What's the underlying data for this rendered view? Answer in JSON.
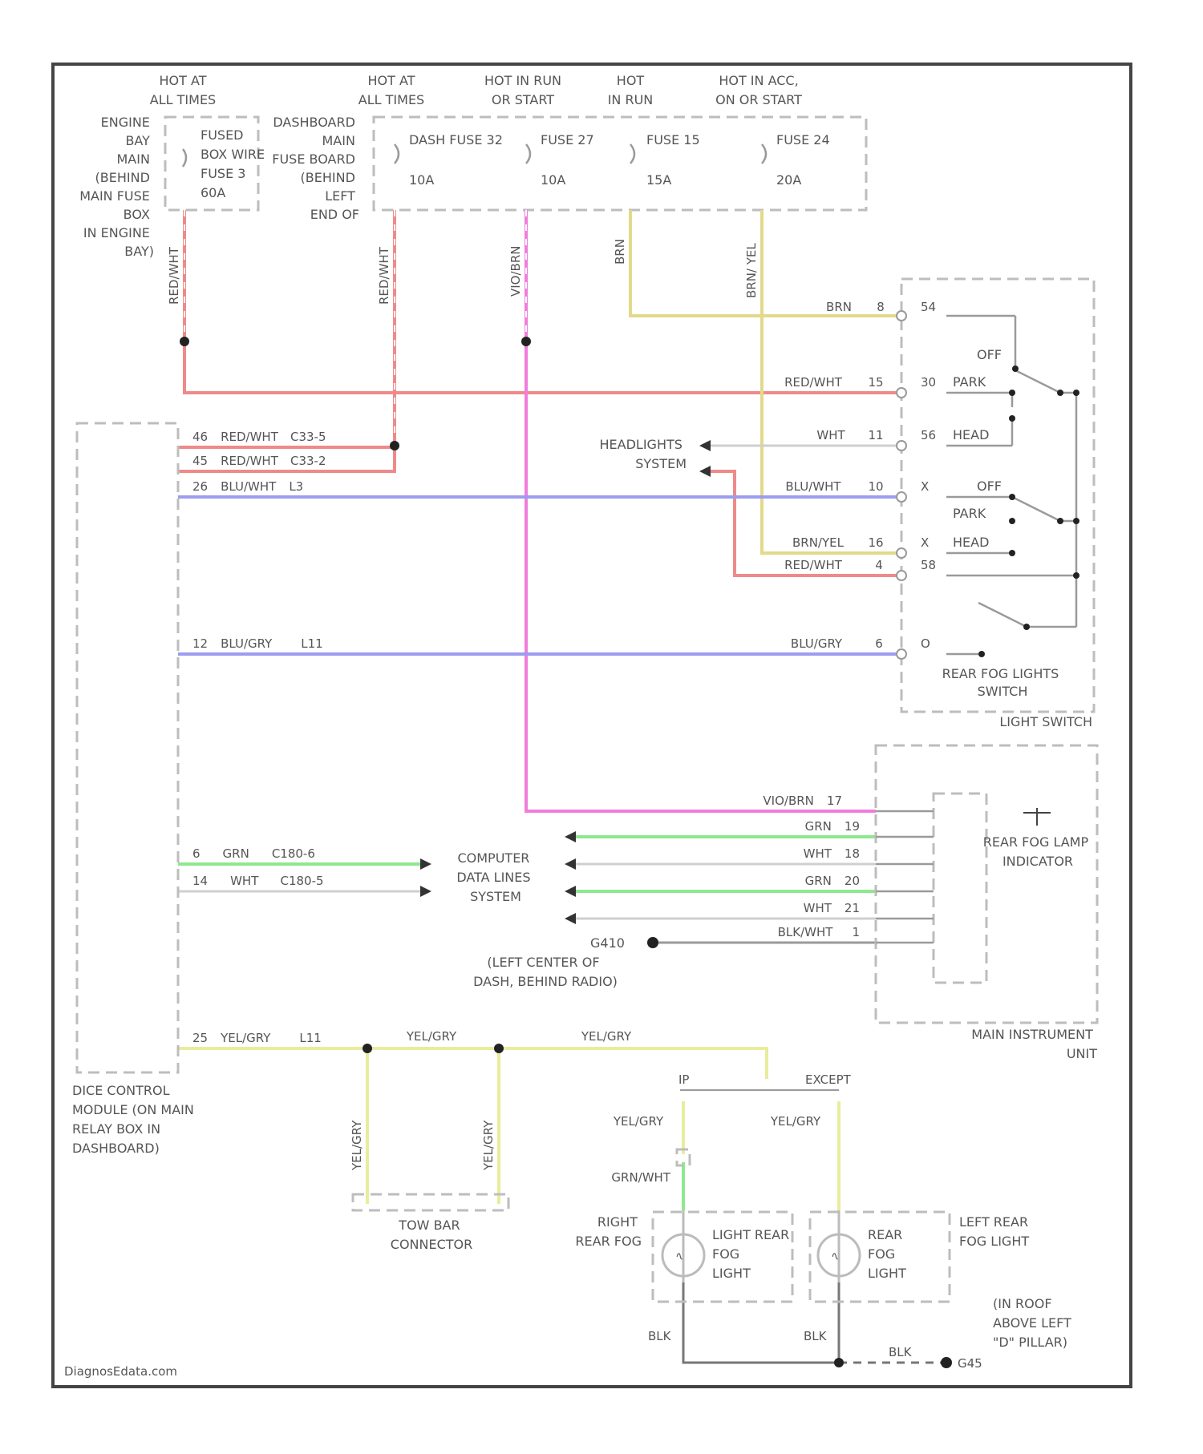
{
  "power": {
    "hot1": [
      "HOT AT",
      "ALL TIMES"
    ],
    "hot2": [
      "HOT AT",
      "ALL TIMES"
    ],
    "hot3": [
      "HOT IN RUN",
      "OR START"
    ],
    "hot4": [
      "HOT",
      "IN RUN"
    ],
    "hot5": [
      "HOT IN ACC,",
      "ON OR START"
    ]
  },
  "engine_box_label": [
    "ENGINE",
    "BAY",
    "MAIN",
    "(BEHIND",
    "MAIN FUSE",
    "BOX",
    "IN ENGINE",
    "BAY)"
  ],
  "fusebox1": [
    "FUSED",
    "BOX WIRE",
    "FUSE 3",
    "60A"
  ],
  "dash_box_label": [
    "DASHBOARD",
    "MAIN",
    "FUSE BOARD",
    "(BEHIND",
    "LEFT",
    "END OF"
  ],
  "fuses": [
    {
      "name": "DASH FUSE 32",
      "amp": "10A"
    },
    {
      "name": "FUSE 27",
      "amp": "10A"
    },
    {
      "name": "FUSE 15",
      "amp": "15A"
    },
    {
      "name": "FUSE 24",
      "amp": "20A"
    }
  ],
  "vertical_wires": {
    "red_white_1": "RED/WHT",
    "red_white_2": "RED/WHT",
    "violet_brn": "VIO/BRN",
    "brn": "BRN",
    "brn_yel": "BRN/ YEL"
  },
  "light_switch": {
    "name": "LIGHT SWITCH",
    "rear_fog_switch": [
      "REAR FOG LIGHTS",
      "SWITCH"
    ],
    "positions_top": [
      "OFF",
      "PARK",
      "HEAD"
    ],
    "positions_mid": [
      "OFF",
      "PARK",
      "HEAD"
    ],
    "pins": [
      {
        "wire": "BRN",
        "num": "8",
        "term": "54"
      },
      {
        "wire": "RED/WHT",
        "num": "15",
        "term": "30",
        "pos": "PARK"
      },
      {
        "wire": "WHT",
        "num": "11",
        "term": "56",
        "pos": "HEAD"
      },
      {
        "wire": "BLU/WHT",
        "num": "10",
        "term": "X"
      },
      {
        "wire": "BRN/YEL",
        "num": "16",
        "term": "X"
      },
      {
        "wire": "RED/WHT",
        "num": "4",
        "term": "58"
      },
      {
        "wire": "BLU/GRY",
        "num": "6",
        "term": "O"
      }
    ]
  },
  "headlights": [
    "HEADLIGHTS",
    "SYSTEM"
  ],
  "dice_pins": [
    {
      "num": "46",
      "wire": "RED/WHT",
      "conn": "C33-5"
    },
    {
      "num": "45",
      "wire": "RED/WHT",
      "conn": "C33-2"
    },
    {
      "num": "26",
      "wire": "BLU/WHT",
      "conn": "L3"
    },
    {
      "num": "12",
      "wire": "BLU/GRY",
      "conn": "L11"
    },
    {
      "num": "6",
      "wire": "GRN",
      "conn": "C180-6"
    },
    {
      "num": "14",
      "wire": "WHT",
      "conn": "C180-5"
    },
    {
      "num": "25",
      "wire": "YEL/GRY",
      "conn": "L11"
    }
  ],
  "dice_label": [
    "DICE CONTROL",
    "MODULE (ON MAIN",
    "RELAY BOX IN",
    "DASHBOARD)"
  ],
  "computer_data": [
    "COMPUTER",
    "DATA LINES",
    "SYSTEM"
  ],
  "instrument": {
    "name": [
      "MAIN INSTRUMENT",
      "UNIT"
    ],
    "indicator": [
      "REAR FOG LAMP",
      "INDICATOR"
    ],
    "pins": [
      {
        "wire": "VIO/BRN",
        "num": "17"
      },
      {
        "wire": "GRN",
        "num": "19"
      },
      {
        "wire": "WHT",
        "num": "18"
      },
      {
        "wire": "GRN",
        "num": "20"
      },
      {
        "wire": "WHT",
        "num": "21"
      },
      {
        "wire": "BLK/WHT",
        "num": "1"
      }
    ]
  },
  "ground1": [
    "G410",
    "(LEFT CENTER OF",
    "DASH, BEHIND RADIO)"
  ],
  "yellow_run": {
    "wire1": "YEL/GRY",
    "wire2": "YEL/GRY"
  },
  "tow_bar": {
    "name": [
      "TOW BAR",
      "CONNECTOR"
    ],
    "wire_a": "YEL/GRY",
    "wire_b": "YEL/GRY"
  },
  "fog": {
    "branch_left": "IP",
    "branch_right": "EXCEPT",
    "wire_left": "YEL/GRY",
    "wire_right": "YEL/GRY",
    "wire_left_lower": "GRN/WHT",
    "right_lamp_label": [
      "RIGHT",
      "REAR FOG"
    ],
    "right_lamp_inner": [
      "LIGHT REAR",
      "FOG",
      "LIGHT"
    ],
    "left_lamp_inner": [
      "REAR",
      "FOG",
      "LIGHT"
    ],
    "left_lamp_label": [
      "LEFT REAR",
      "FOG LIGHT"
    ],
    "blk_left": "BLK",
    "blk_right": "BLK",
    "blk_ground": "BLK",
    "ground_name": "G45",
    "ground_loc": [
      "(IN ROOF",
      "ABOVE LEFT",
      "\"D\" PILLAR)"
    ]
  },
  "watermark": "DiagnosEdata.com",
  "colors": {
    "red": "#ef8a8a",
    "yellow": "#e3d98a",
    "blue": "#9c9cf0",
    "pink": "#f07ddc",
    "green": "#8ee88e",
    "lightyellow": "#e9ec9c",
    "gray": "#a8a8a8"
  }
}
